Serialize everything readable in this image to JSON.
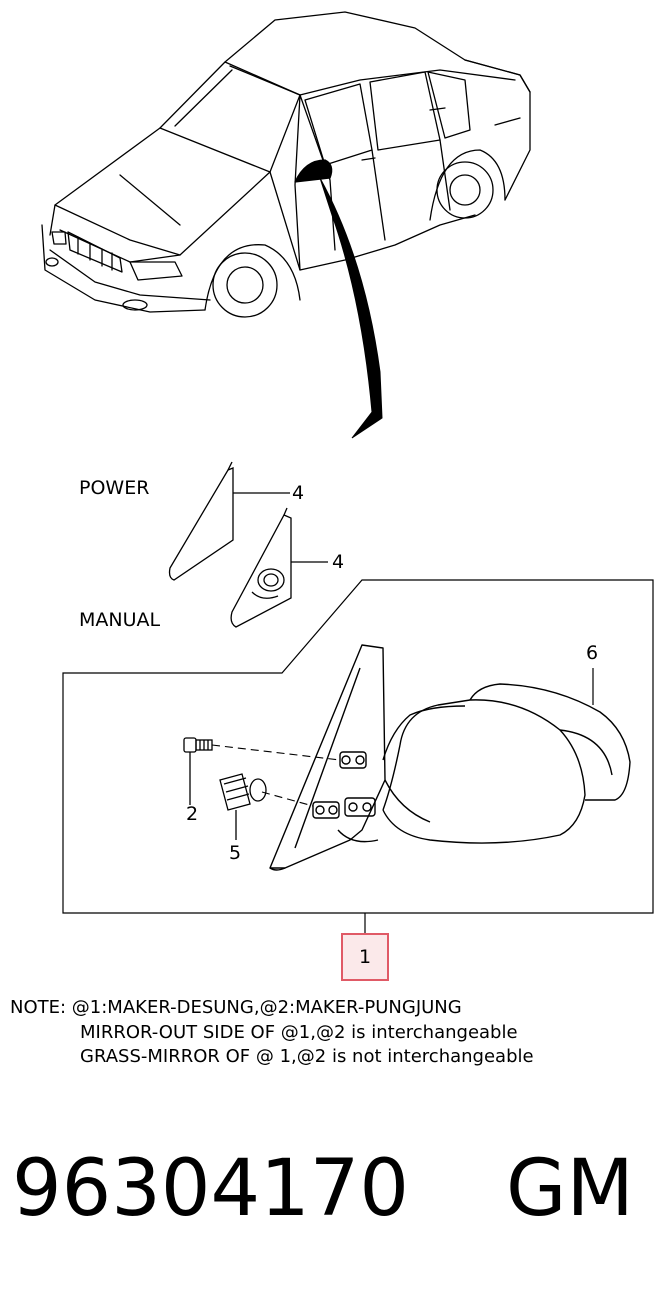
{
  "variant_labels": {
    "power": "POWER",
    "manual": "MANUAL"
  },
  "callouts": {
    "power_glass": "4",
    "manual_glass": "4",
    "mirror_cover": "6",
    "screw": "2",
    "grommet": "5",
    "assembly": "1"
  },
  "note": {
    "line1": "NOTE: @1:MAKER-DESUNG,@2:MAKER-PUNGJUNG",
    "line2": "MIRROR-OUT SIDE OF @1,@2 is interchangeable",
    "line3": "GRASS-MIRROR OF @ 1,@2 is not interchangeable"
  },
  "part": {
    "number": "96304170",
    "brand": "GM"
  },
  "colors": {
    "highlight_border": "#e05a66",
    "highlight_fill": "#fbe9ea"
  }
}
